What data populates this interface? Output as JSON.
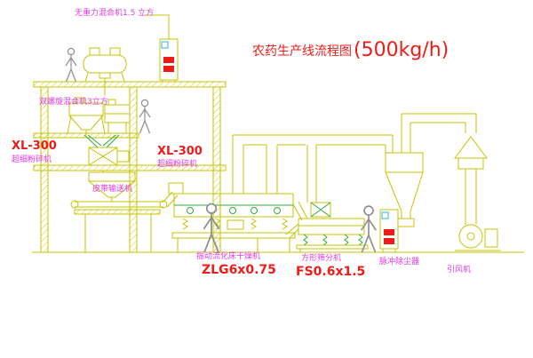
{
  "title": {
    "name": "农药生产线流程图",
    "capacity": "(500kg/h)"
  },
  "equipment_labels": {
    "gravity_mixer": "无重力混合机1.5 立方",
    "screw_mixer": "双螺旋混合机3立方",
    "crusher_left": {
      "model": "XL-300",
      "name": "超细粉碎机"
    },
    "crusher_center": {
      "model": "XL-300",
      "name": "超细粉碎机"
    },
    "belt_conveyor": "皮带输送机",
    "fluid_bed_dryer": {
      "name": "振动流化床干燥机",
      "model": "ZLG6x0.75"
    },
    "square_sieve": {
      "name": "方形筛分机",
      "model": "FS0.6x1.5"
    },
    "pulse_dust_collector": "脉冲除尘器",
    "induced_draft_fan": "引风机"
  },
  "colors": {
    "drawing_yellow": "#c8c400",
    "accent_green": "#35a93c",
    "accent_cyan": "#27b7e8",
    "label_magenta": "#e23ae2",
    "text_red": "#ee1c19",
    "figure_gray": "#8f8f8f",
    "background": "#ffffff"
  }
}
